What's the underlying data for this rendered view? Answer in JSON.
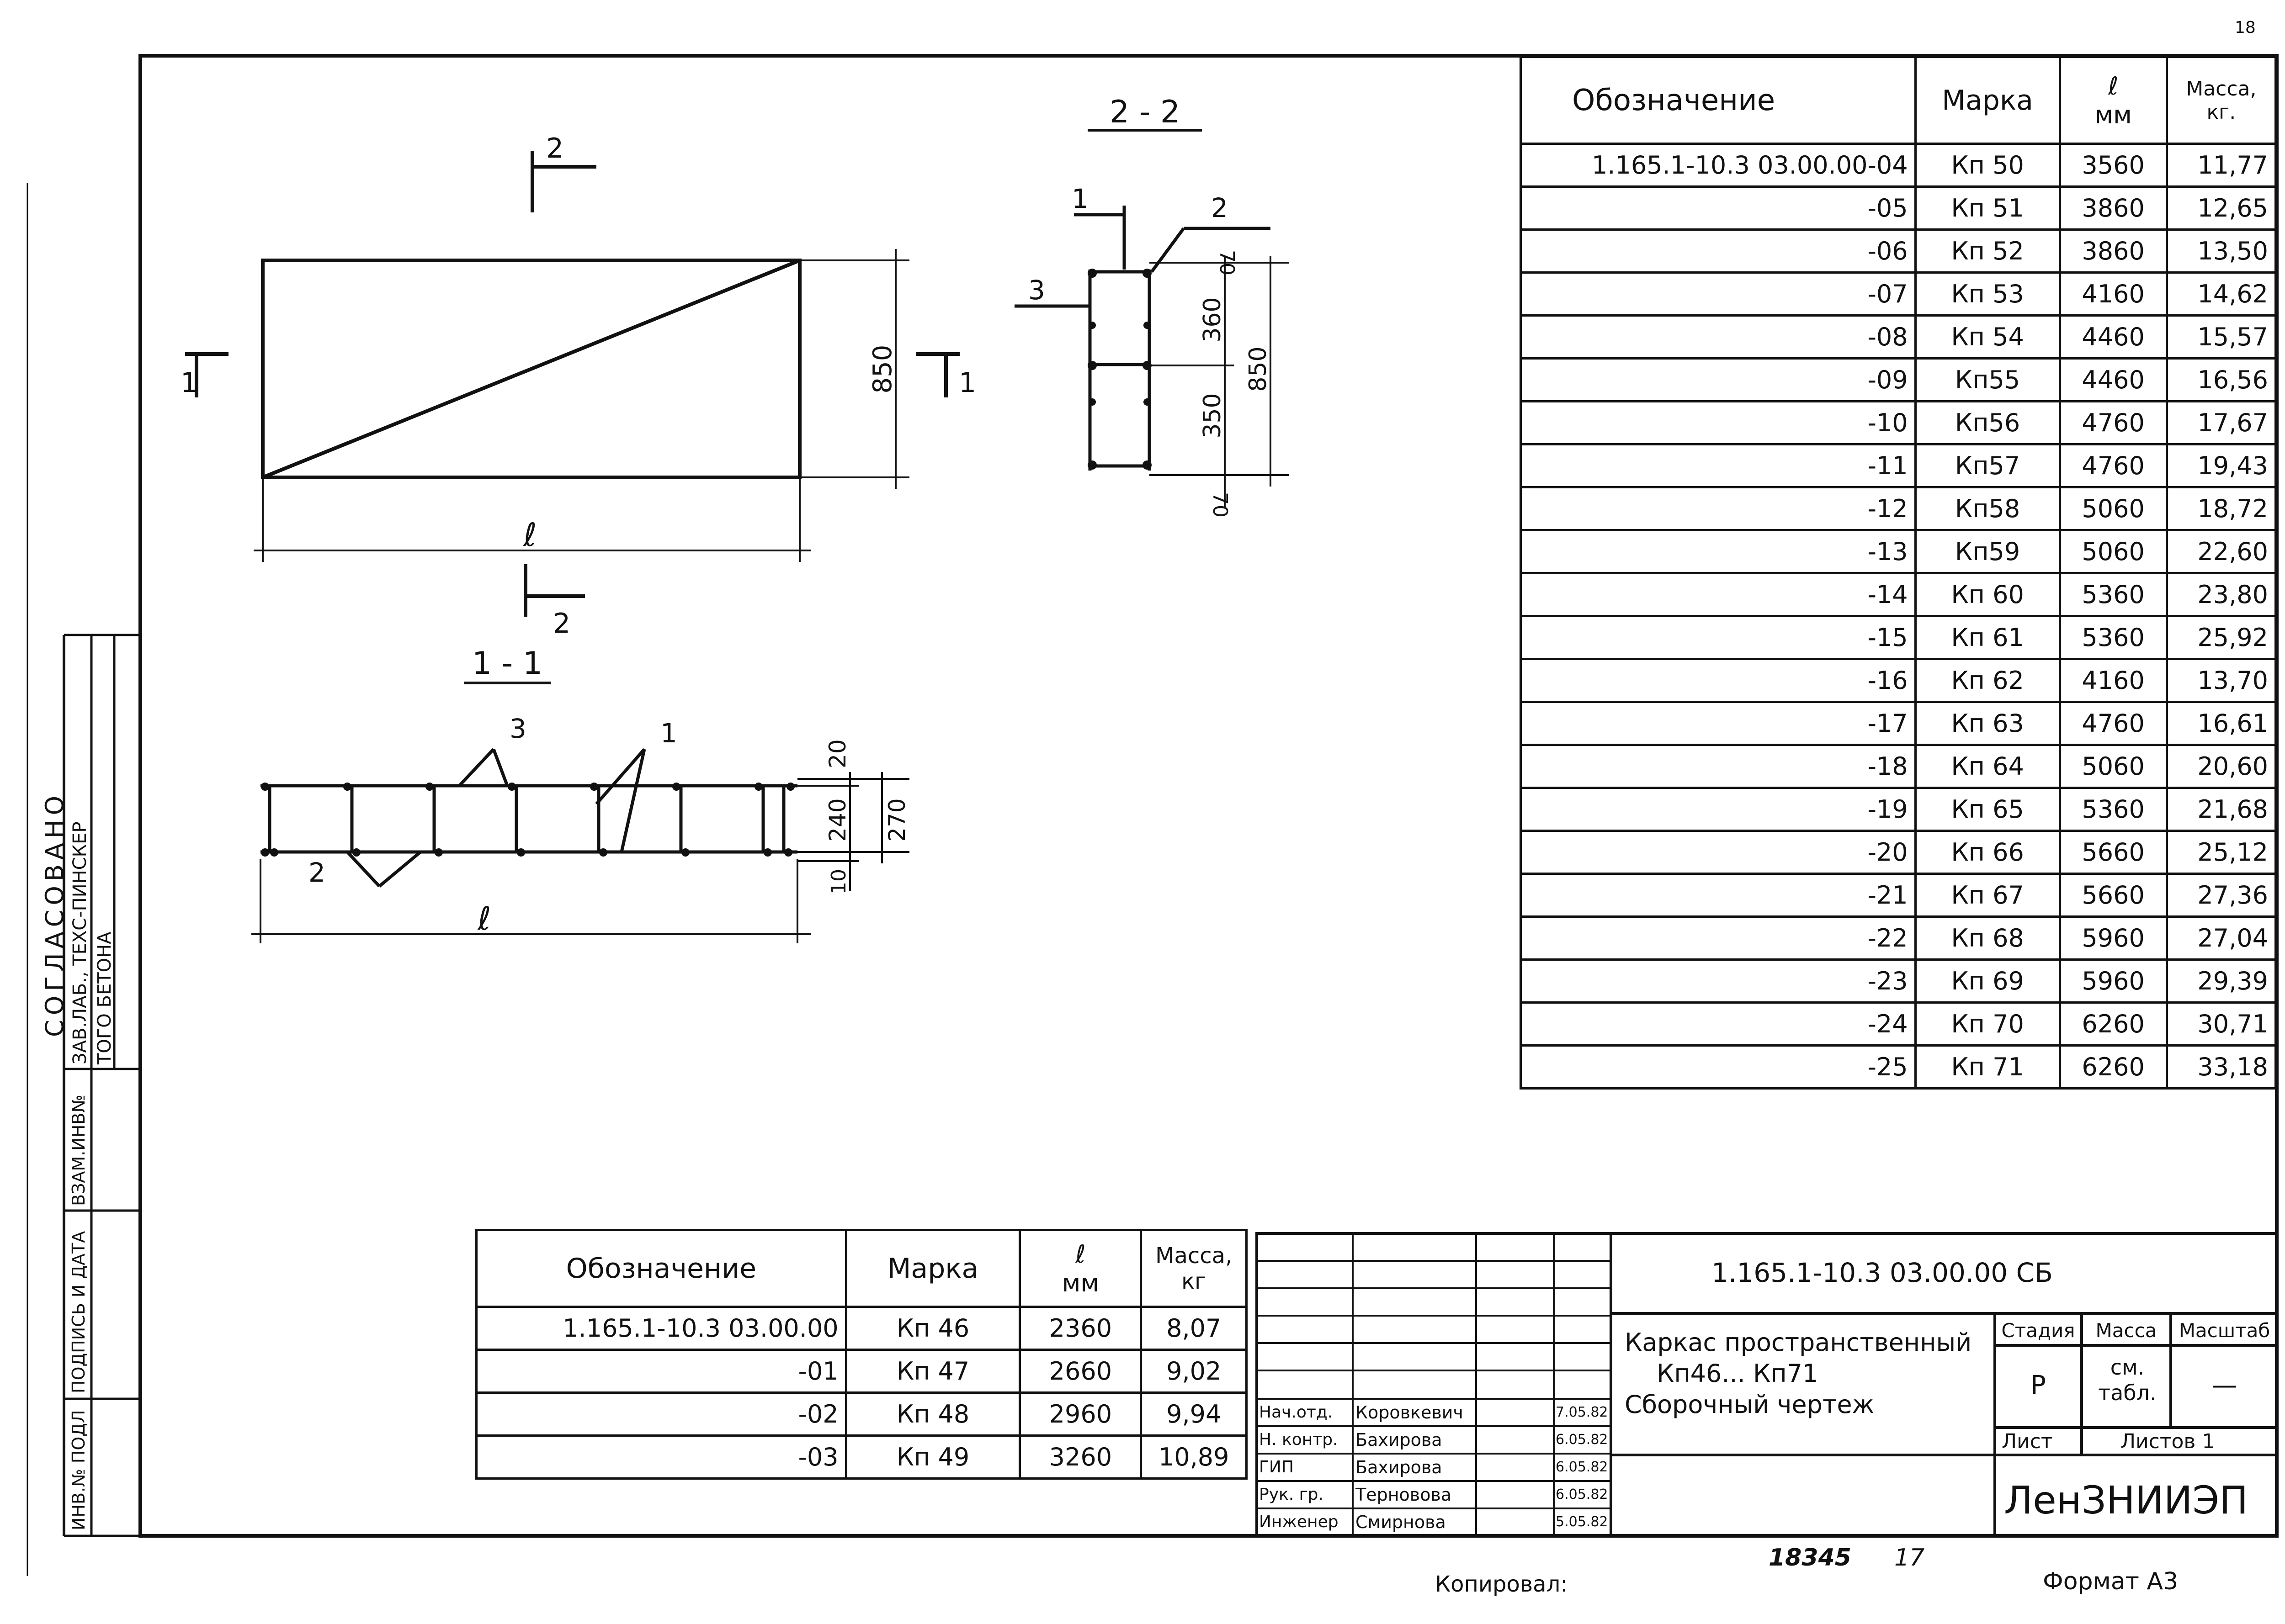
{
  "frame": {
    "side_labels": [
      "СОГЛАСОВАНО",
      "ЗАВ.ЛАБ., ТЕХС-ПИНСКЕР",
      "ТОГО БЕТОНА",
      "ВЗАМ.ИНВ№",
      "ПОДПИСЬ И ДАТА",
      "ИНВ.№ ПОДЛ"
    ],
    "page_mark": "18"
  },
  "drawing": {
    "section_1_1": "1 - 1",
    "section_2_2": "2 - 2",
    "dims": {
      "l": "ℓ",
      "h850": "850",
      "d360": "360",
      "d350": "350",
      "d70": "70",
      "d20": "20",
      "d240": "240",
      "d270": "270",
      "d10": "10"
    },
    "callouts": {
      "one": "1",
      "two": "2",
      "three": "3"
    }
  },
  "table_top": {
    "headers": {
      "designation": "Обозначение",
      "mark": "Марка",
      "len_top": "ℓ",
      "len_unit": "мм",
      "mass": "Масса,",
      "mass_unit": "кг."
    },
    "rows": [
      [
        "1.165.1-10.3 03.00.00-04",
        "Кп 50",
        "3560",
        "11,77"
      ],
      [
        "-05",
        "Кп 51",
        "3860",
        "12,65"
      ],
      [
        "-06",
        "Кп 52",
        "3860",
        "13,50"
      ],
      [
        "-07",
        "Кп 53",
        "4160",
        "14,62"
      ],
      [
        "-08",
        "Кп 54",
        "4460",
        "15,57"
      ],
      [
        "-09",
        "Кп55",
        "4460",
        "16,56"
      ],
      [
        "-10",
        "Кп56",
        "4760",
        "17,67"
      ],
      [
        "-11",
        "Кп57",
        "4760",
        "19,43"
      ],
      [
        "-12",
        "Кп58",
        "5060",
        "18,72"
      ],
      [
        "-13",
        "Кп59",
        "5060",
        "22,60"
      ],
      [
        "-14",
        "Кп 60",
        "5360",
        "23,80"
      ],
      [
        "-15",
        "Кп 61",
        "5360",
        "25,92"
      ],
      [
        "-16",
        "Кп 62",
        "4160",
        "13,70"
      ],
      [
        "-17",
        "Кп 63",
        "4760",
        "16,61"
      ],
      [
        "-18",
        "Кп 64",
        "5060",
        "20,60"
      ],
      [
        "-19",
        "Кп 65",
        "5360",
        "21,68"
      ],
      [
        "-20",
        "Кп 66",
        "5660",
        "25,12"
      ],
      [
        "-21",
        "Кп 67",
        "5660",
        "27,36"
      ],
      [
        "-22",
        "Кп 68",
        "5960",
        "27,04"
      ],
      [
        "-23",
        "Кп 69",
        "5960",
        "29,39"
      ],
      [
        "-24",
        "Кп 70",
        "6260",
        "30,71"
      ],
      [
        "-25",
        "Кп 71",
        "6260",
        "33,18"
      ]
    ]
  },
  "table_bottom": {
    "headers": {
      "designation": "Обозначение",
      "mark": "Марка",
      "len_top": "ℓ",
      "len_unit": "мм",
      "mass": "Масса,",
      "mass_unit": "кг"
    },
    "rows": [
      [
        "1.165.1-10.3 03.00.00",
        "Кп 46",
        "2360",
        "8,07"
      ],
      [
        "-01",
        "Кп 47",
        "2660",
        "9,02"
      ],
      [
        "-02",
        "Кп 48",
        "2960",
        "9,94"
      ],
      [
        "-03",
        "Кп 49",
        "3260",
        "10,89"
      ]
    ]
  },
  "title_block": {
    "doc_code": "1.165.1-10.3 03.00.00 СБ",
    "title_line1": "Каркас пространственный",
    "title_line2": "Кп46... Кп71",
    "title_line3": "Сборочный чертеж",
    "stage_label": "Стадия",
    "mass_label": "Масса",
    "scale_label": "Масштаб",
    "stage_value": "Р",
    "mass_value": "см. табл.",
    "scale_value": "—",
    "sheet_label": "Лист",
    "sheets_label": "Листов 1",
    "org": "ЛенЗНИИЭП",
    "staff": [
      [
        "Нач.отд.",
        "Коровкевич",
        "7.05.82"
      ],
      [
        "Н. контр.",
        "Бахирова",
        "6.05.82"
      ],
      [
        "ГИП",
        "Бахирова",
        "6.05.82"
      ],
      [
        "Рук. гр.",
        "Терновова",
        "6.05.82"
      ],
      [
        "Инженер",
        "Смирнова",
        "5.05.82"
      ]
    ]
  },
  "footer": {
    "copied": "Копировал:",
    "number": "18345",
    "sheet": "17",
    "format": "Формат А3"
  }
}
